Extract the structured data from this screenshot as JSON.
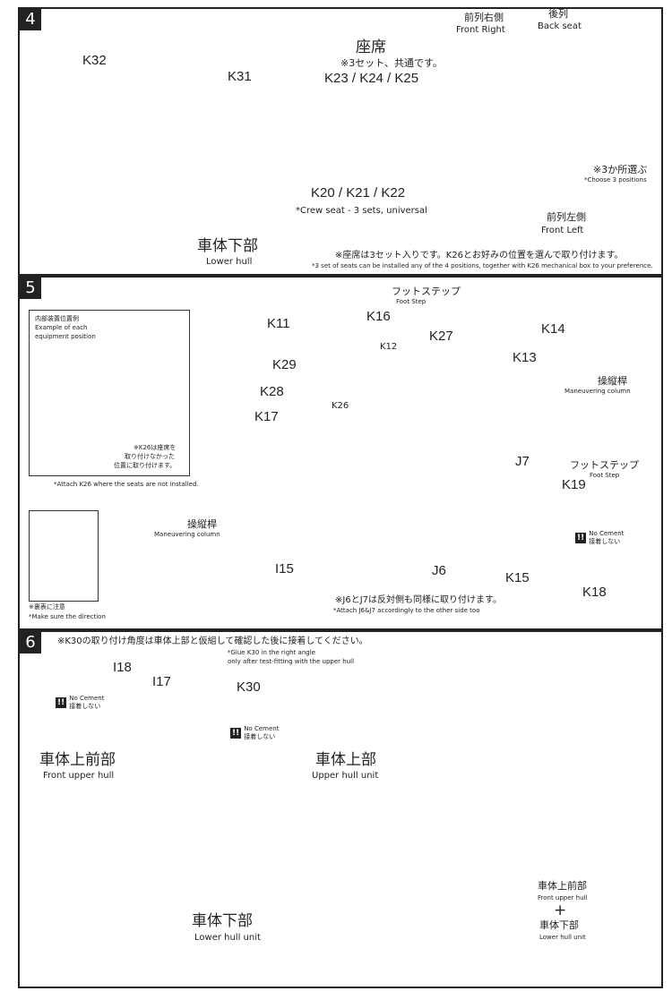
{
  "step4": {
    "number": "4",
    "parts": {
      "k32": "K32",
      "k31": "K31",
      "k23_25": "K23 / K24 / K25",
      "k20_22": "K20 / K21 / K22"
    },
    "seat_title_jp": "座席",
    "seat_note_jp": "※3セット、共通です。",
    "seat_note_en": "*Crew seat - 3 sets, universal",
    "front_right_jp": "前列右側",
    "front_right_en": "Front Right",
    "back_seat_jp": "後列",
    "back_seat_en": "Back seat",
    "choose_jp": "※3か所選ぶ",
    "choose_en": "*Choose 3 positions",
    "front_left_jp": "前列左側",
    "front_left_en": "Front Left",
    "lower_hull_jp": "車体下部",
    "lower_hull_en": "Lower hull",
    "bottom_note_jp": "※座席は3セット入りです。K26とお好みの位置を選んで取り付けます。",
    "bottom_note_en": "*3 set of seats can be installed any of the 4 positions, together with K26 mechanical box to your preference."
  },
  "step5": {
    "number": "5",
    "inset1": {
      "title_jp": "内部装置位置例",
      "title_en1": "Example of each",
      "title_en2": "equipment position",
      "k26_note_jp1": "※K26は座席を",
      "k26_note_jp2": "取り付けなかった",
      "k26_note_jp3": "位置に取り付けます。",
      "k26_note_en": "*Attach K26 where the seats are not installed."
    },
    "inset2": {
      "note_jp": "※裏表に注意",
      "note_en": "*Make sure the direction"
    },
    "footstep_jp": "フットステップ",
    "footstep_en": "Foot Step",
    "parts": {
      "k11": "K11",
      "k16": "K16",
      "k27": "K27",
      "k12": "K12",
      "k29": "K29",
      "k28": "K28",
      "k17": "K17",
      "k26": "K26",
      "k14": "K14",
      "k13": "K13",
      "j7": "J7",
      "j6": "J6",
      "k19": "K19",
      "k15": "K15",
      "k18": "K18",
      "i15": "I15"
    },
    "column_jp": "操縦桿",
    "column_en": "Maneuvering column",
    "column2_jp": "操縦桿",
    "column2_en": "Maneuvering column",
    "footstep2_jp": "フットステップ",
    "footstep2_en": "Foot Step",
    "no_cement_mark": "!!",
    "no_cement_en": "No Cement",
    "no_cement_jp": "接着しない",
    "j_note_jp": "※J6とJ7は反対側も同様に取り付けます。",
    "j_note_en": "*Attach J6&J7 accordingly to the other side too"
  },
  "step6": {
    "number": "6",
    "top_note_jp": "※K30の取り付け角度は車体上部と仮組して確認した後に接着してください。",
    "glue_note_en1": "*Glue K30 in the right angle",
    "glue_note_en2": "only after test-fitting with the upper hull",
    "parts": {
      "i18": "I18",
      "i17": "I17",
      "k30": "K30"
    },
    "no_cement_mark": "!!",
    "no_cement_en": "No Cement",
    "no_cement_jp": "接着しない",
    "front_upper_jp": "車体上前部",
    "front_upper_en": "Front upper hull",
    "lower_unit_jp": "車体下部",
    "lower_unit_en": "Lower hull unit",
    "upper_unit_jp": "車体上部",
    "upper_unit_en": "Upper hull unit",
    "combo_front_jp": "車体上前部",
    "combo_front_en": "Front upper hull",
    "plus": "+",
    "combo_lower_jp": "車体下部",
    "combo_lower_en": "Lower hull unit"
  }
}
